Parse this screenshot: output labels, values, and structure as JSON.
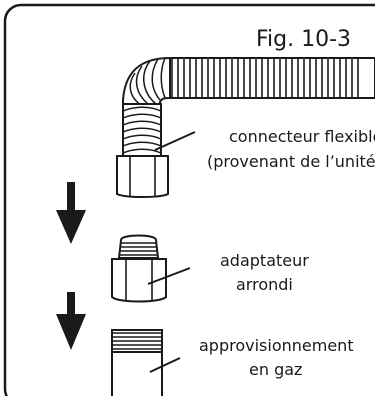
{
  "figure": {
    "title": "Fig. 10-3",
    "labels": {
      "flex_line1": "connecteur flexible",
      "flex_line2": "(provenant de l’unité)",
      "adapter_line1": "adaptateur",
      "adapter_line2": "arrondi",
      "supply_line1": "approvisionnement",
      "supply_line2": "en gaz"
    }
  },
  "colors": {
    "stroke": "#1a1a1a",
    "background": "#ffffff"
  }
}
